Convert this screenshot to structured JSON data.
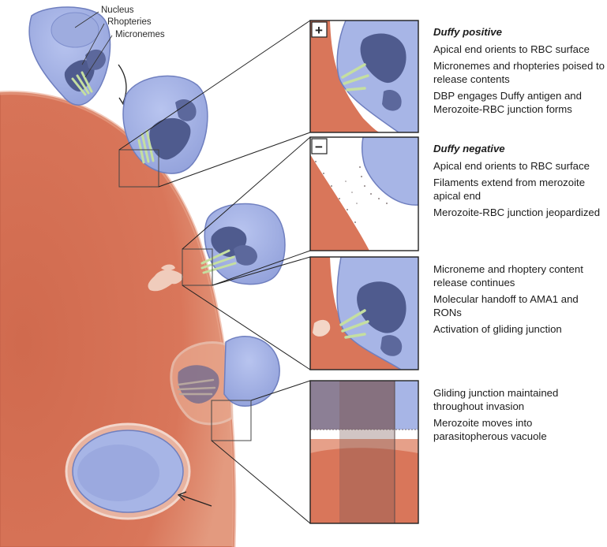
{
  "labels": {
    "nucleus": "Nucleus",
    "rhopteries": "Rhopteries",
    "micronemes": "Micronemes"
  },
  "panels": [
    {
      "sign": "+",
      "heading": "Duffy positive",
      "lines": [
        "Apical end orients to RBC surface",
        "Micronemes and rhopteries poised to release contents",
        "DBP engages Duffy antigen and Merozoite-RBC junction forms"
      ]
    },
    {
      "sign": "−",
      "heading": "Duffy negative",
      "lines": [
        "Apical end orients to RBC surface",
        "Filaments extend from merozoite apical end",
        "Merozoite-RBC junction jeopardized"
      ]
    },
    {
      "sign": "",
      "heading": "",
      "lines": [
        "Microneme and rhoptery content release continues",
        "Molecular handoff to AMA1 and RONs",
        "Activation of gliding junction"
      ]
    },
    {
      "sign": "",
      "heading": "",
      "lines": [
        "Gliding junction maintained throughout invasion",
        "Merozoite moves into parasitopherous vacuole"
      ]
    }
  ],
  "colors": {
    "rbc": "#d9765a",
    "rbc_dark": "#c65f44",
    "merozoite": "#a7b5e6",
    "merozoite_edge": "#6f7fbf",
    "rhoptery": "#4f5b8e",
    "microneme": "#c5dfa0",
    "text": "#1c1c1c"
  }
}
